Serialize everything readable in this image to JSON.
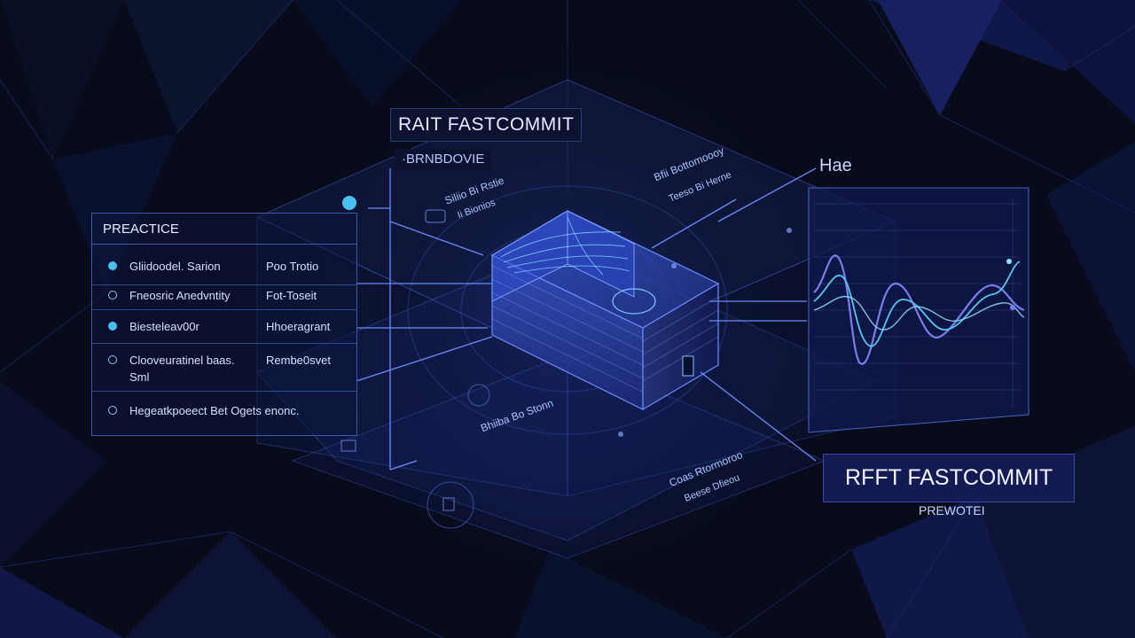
{
  "top_label": {
    "title": "RAIT FASTCOMMIT",
    "subtitle": "·BRNBDOVIE"
  },
  "legend": {
    "header": "PREACTICE",
    "rows": [
      {
        "marker": "filled",
        "name": "Gliidoodel. Sarion",
        "value": "Poo Trotio"
      },
      {
        "marker": "hollow",
        "name": "Fneosric Anedvntity",
        "value": "Fot-Toseit"
      },
      {
        "marker": "filled",
        "name": "Biesteleav00r",
        "value": "Hhoeragrant"
      },
      {
        "marker": "hollow",
        "name": "Clooveuratinel baas.",
        "value": "Rembe0svet",
        "name_line2": "Sml"
      },
      {
        "marker": "hollow",
        "name": "Hegeatkpoeect Bet Ogets enonc.",
        "value": ""
      }
    ]
  },
  "chart_label": "Hae",
  "bottom_label": {
    "title": "RFFT FASTCOMMIT",
    "subtitle": "PREWOTEI"
  },
  "scattered_labels": {
    "upper_right_card": "Bfii Bottomoooy",
    "upper_right_card_line2": "Teeso Bi Herne",
    "left_card": "Siliio Bi Rstie",
    "left_card_line2": "Ii Bionios",
    "lower_left_card": "Bhiiba Bo Stonn",
    "lower_right_card": "Coas Rtormoroo",
    "lower_right_card_line2": "Beese Dfieou"
  },
  "colors": {
    "background": "#070b1a",
    "accent_cyan": "#4ac0f0",
    "accent_blue": "#4a6fe0",
    "panel_border": "#3a5ba8",
    "wave_1": "#55c6f2",
    "wave_2": "#7a7cf2",
    "wave_3": "#8ee0ff"
  }
}
